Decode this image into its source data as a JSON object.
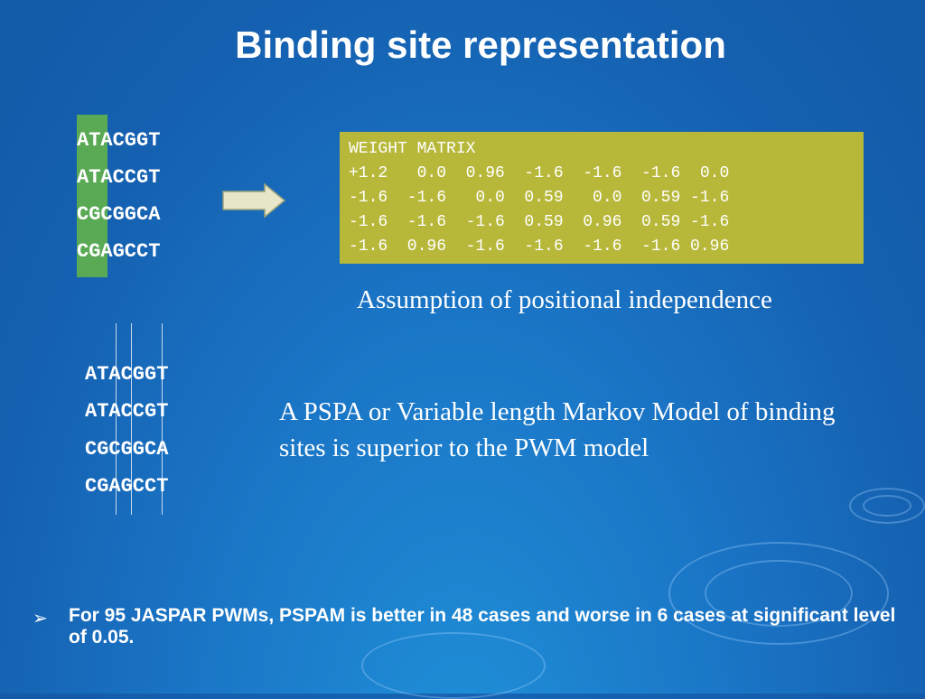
{
  "slide": {
    "title": "Binding site representation",
    "sequences_top": [
      "ATACGGT",
      "ATACCGT",
      "CGCGGCA",
      "CGAGCCT"
    ],
    "weight_matrix": {
      "header": "WEIGHT MATRIX",
      "rows": [
        "+1.2   0.0  0.96  -1.6  -1.6  -1.6  0.0",
        "-1.6  -1.6   0.0  0.59   0.0  0.59 -1.6",
        "-1.6  -1.6  -1.6  0.59  0.96  0.59 -1.6",
        "-1.6  0.96  -1.6  -1.6  -1.6  -1.6 0.96"
      ]
    },
    "caption_independence": "Assumption of positional independence",
    "sequences_bottom": [
      "ATACGGT",
      "ATACCGT",
      "CGCGGCA",
      "CGAGCCT"
    ],
    "caption_pspa": "A PSPA or Variable length Markov Model of binding sites is superior to the PWM model",
    "bullet": {
      "marker": "➢",
      "text": "For 95 JASPAR PWMs, PSPAM is better in 48 cases and worse in 6 cases at significant level of 0.05."
    },
    "colors": {
      "background": "#1a73c4",
      "matrix_fill": "#b7b83a",
      "column_highlight": "#5aaa55",
      "arrow_fill": "#e8e6c8"
    },
    "icons": {
      "arrow": "right-arrow-icon"
    }
  }
}
